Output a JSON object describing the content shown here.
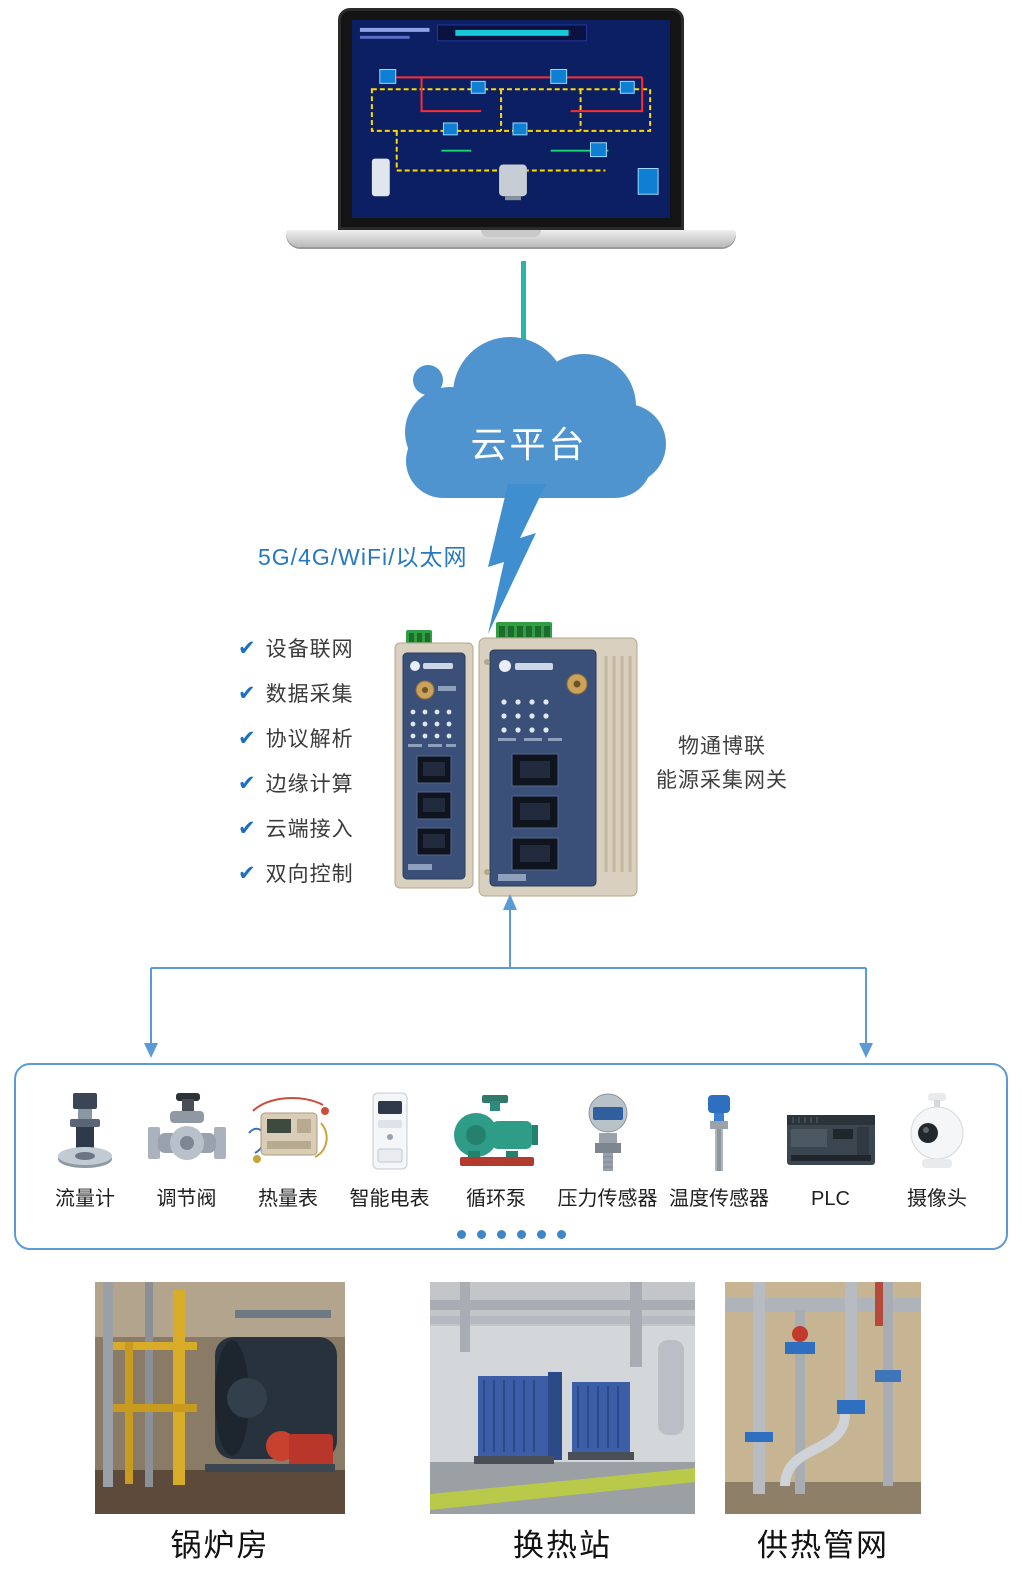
{
  "glyphs": {
    "check": "✔"
  },
  "cloud": {
    "label": "云平台"
  },
  "network": {
    "label": "5G/4G/WiFi/以太网"
  },
  "features": [
    "设备联网",
    "数据采集",
    "协议解析",
    "边缘计算",
    "云端接入",
    "双向控制"
  ],
  "gateway": {
    "name_line1": "物通博联",
    "name_line2": "能源采集网关"
  },
  "devices": [
    "流量计",
    "调节阀",
    "热量表",
    "智能电表",
    "循环泵",
    "压力传感器",
    "温度传感器",
    "PLC",
    "摄像头"
  ],
  "scenes": [
    "锅炉房",
    "换热站",
    "供热管网"
  ],
  "colors": {
    "accent_blue": "#5b9bd5",
    "teal": "#2ab5a8",
    "check_blue": "#1a6fc4",
    "cloud_blue": "#4f94ce"
  }
}
